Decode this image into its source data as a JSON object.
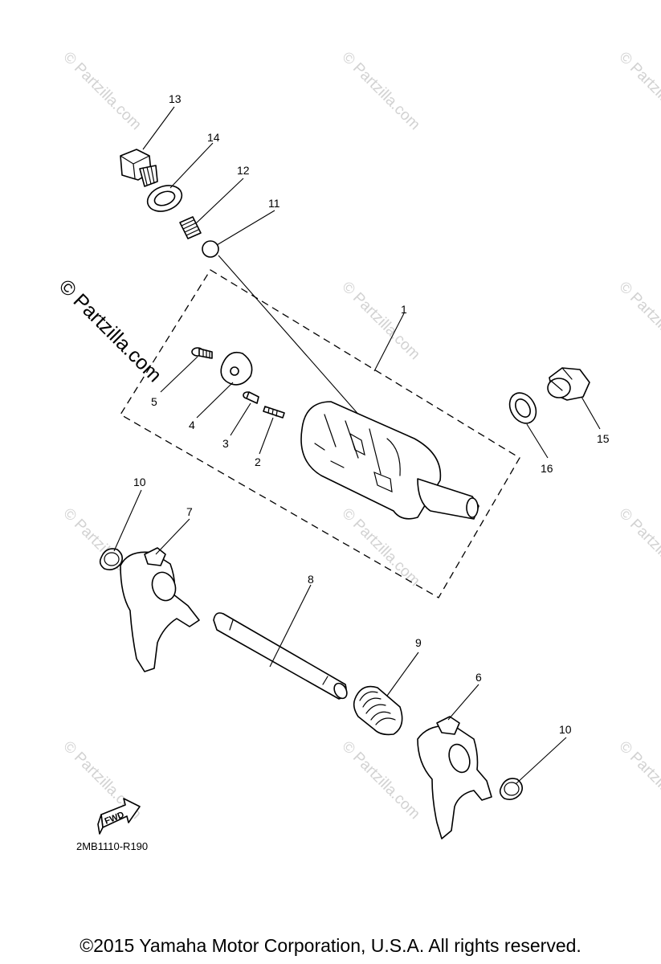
{
  "watermark": {
    "text": "© Partzilla.com",
    "bold_text": "© Partzilla.com"
  },
  "callouts": [
    "1",
    "2",
    "3",
    "4",
    "5",
    "6",
    "7",
    "8",
    "9",
    "10",
    "10",
    "11",
    "12",
    "13",
    "14",
    "15",
    "16"
  ],
  "fwd_label": "FWD",
  "reference_code": "2MB1110-R190",
  "copyright": "©2015 Yamaha Motor Corporation, U.S.A. All rights reserved."
}
